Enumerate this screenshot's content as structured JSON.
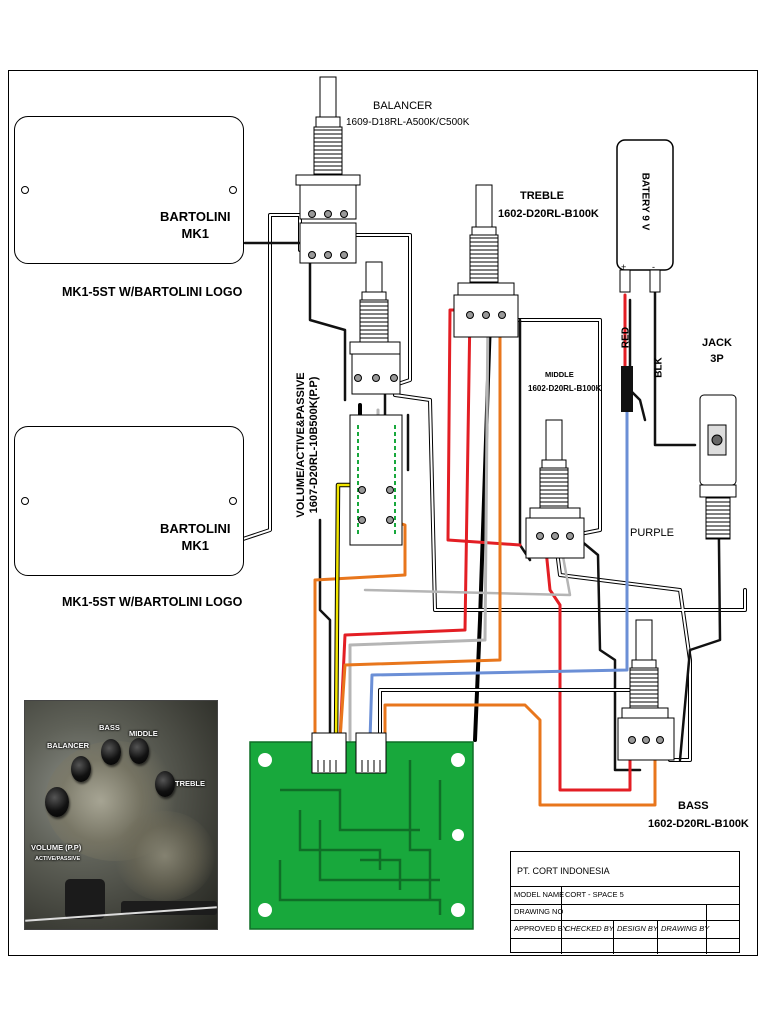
{
  "balancer": {
    "title": "BALANCER",
    "part": "1609-D18RL-A500K/C500K"
  },
  "treble": {
    "title": "TREBLE",
    "part": "1602-D20RL-B100K"
  },
  "middle": {
    "title": "MIDDLE",
    "part": "1602-D20RL-B100K"
  },
  "bass": {
    "title": "BASS",
    "part": "1602-D20RL-B100K"
  },
  "volume": {
    "line1": "VOLUME/ACTIVE&PASSIVE",
    "line2": "1607-D20RL-10B500K(P.P)"
  },
  "battery": {
    "label": "BATERY 9 V",
    "plus": "+",
    "minus": "-"
  },
  "jack": {
    "line1": "JACK",
    "line2": "3P"
  },
  "wires": {
    "red": "RED",
    "blk": "BLK",
    "purple": "PURPLE"
  },
  "pickup_top": {
    "name1": "BARTOLINI",
    "name2": "MK1",
    "caption": "MK1-5ST W/BARTOLINI LOGO"
  },
  "pickup_bottom": {
    "name1": "BARTOLINI",
    "name2": "MK1",
    "caption": "MK1-5ST W/BARTOLINI LOGO"
  },
  "photo": {
    "balancer": "BALANCER",
    "bass": "BASS",
    "middle": "MIDDLE",
    "treble": "TREBLE",
    "volume": "VOLUME (P.P)",
    "active_passive": "ACTIVE/PASSIVE"
  },
  "title_block": {
    "company": "PT. CORT INDONESIA",
    "model_name_label": "MODEL NAME",
    "model_name": "CORT - SPACE 5",
    "drawing_no_label": "DRAWING NO",
    "approved_by": "APPROVED BY",
    "checked_by": "CHECKED BY",
    "design_by": "DESIGN BY",
    "drawing_by": "DRAWING BY"
  },
  "colors": {
    "red": "#e31e24",
    "black": "#111111",
    "white_wire": "#ffffff",
    "grey_wire": "#b5b5b5",
    "orange": "#e8761c",
    "yellow": "#f2e600",
    "purple": "#6b8fd6",
    "pcb_green": "#18a83c",
    "pcb_dark": "#0f6e27"
  }
}
